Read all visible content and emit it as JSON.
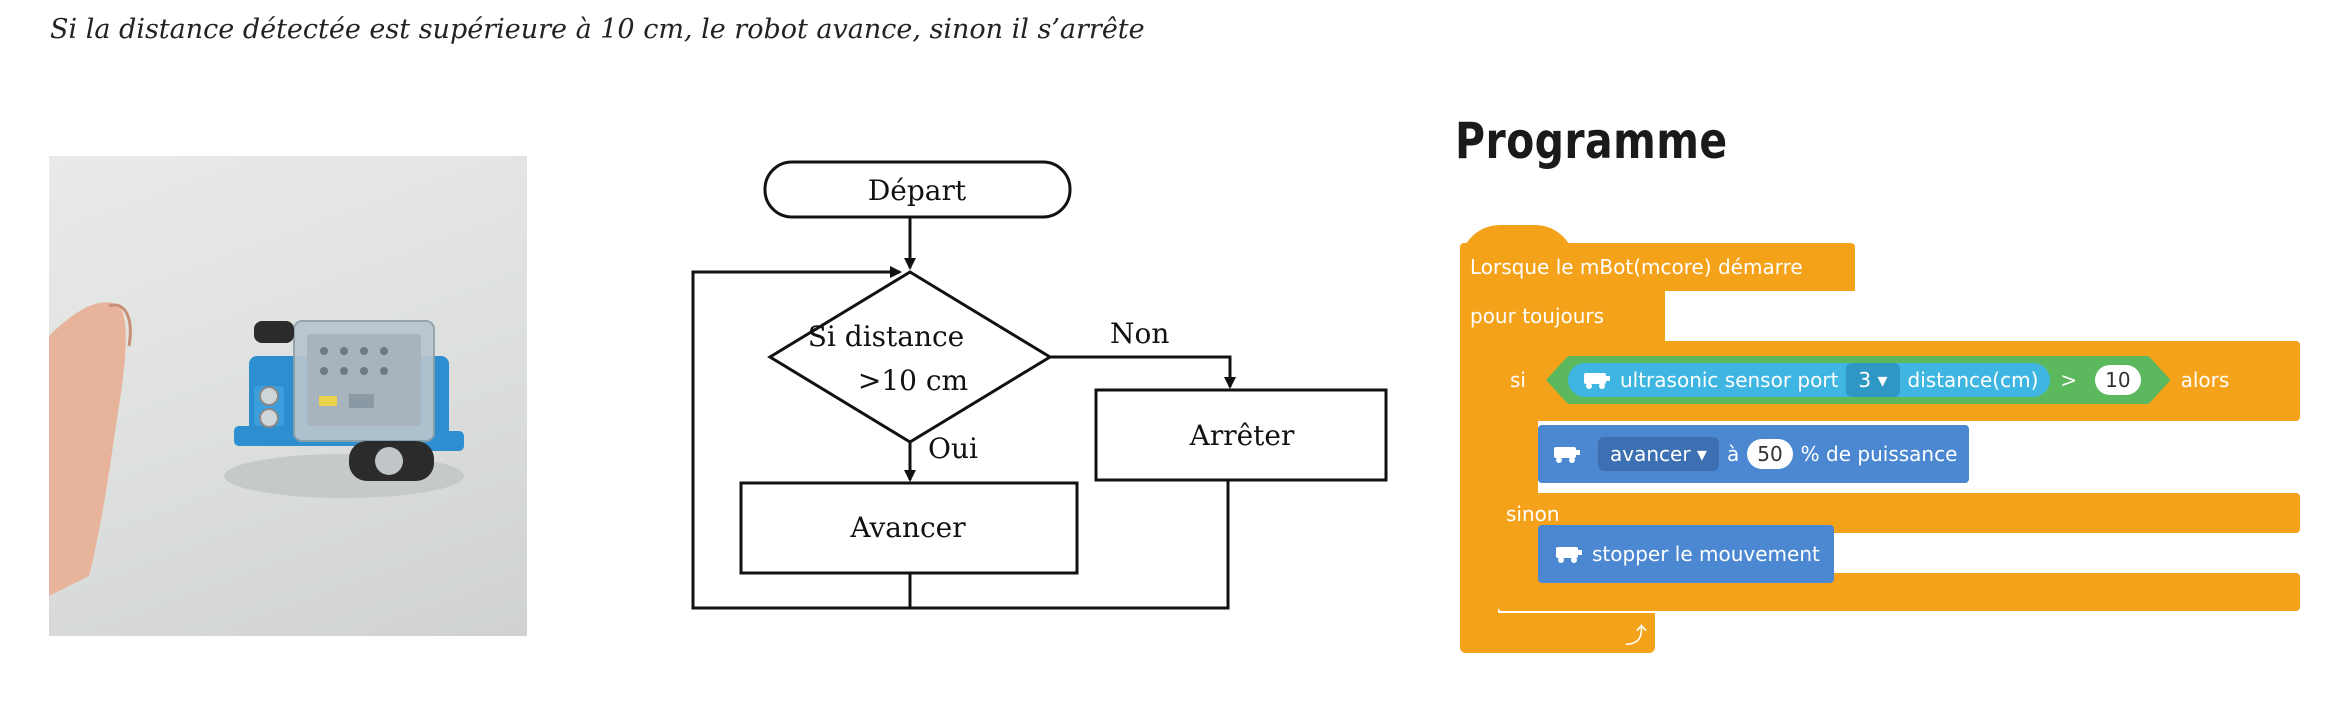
{
  "caption": "Si la distance détectée est supérieure à 10 cm, le robot avance, sinon il s’arrête",
  "flowchart": {
    "start": "Départ",
    "decision_line1": "Si distance",
    "decision_line2": ">10 cm",
    "yes_label": "Oui",
    "no_label": "Non",
    "action_yes": "Avancer",
    "action_no": "Arrêter"
  },
  "programme": {
    "title": "Programme",
    "hat": "Lorsque le mBot(mcore) démarre",
    "forever": "pour toujours",
    "if_label": "si",
    "sensor_label": "ultrasonic sensor port",
    "port_value": "3 ▾",
    "distance_label": "distance(cm)",
    "operator": ">",
    "threshold": "10",
    "then_label": "alors",
    "move_dropdown": "avancer ▾",
    "at_label": "à",
    "power_value": "50",
    "power_label": "% de puissance",
    "else_label": "sinon",
    "stop_label": "stopper le mouvement",
    "loop_arrow": "⤴"
  },
  "colors": {
    "event_orange": "#f5a21b",
    "sensor_cyan": "#3fb6e2",
    "operator_green": "#5cb85c",
    "motion_blue": "#4c88d2"
  }
}
